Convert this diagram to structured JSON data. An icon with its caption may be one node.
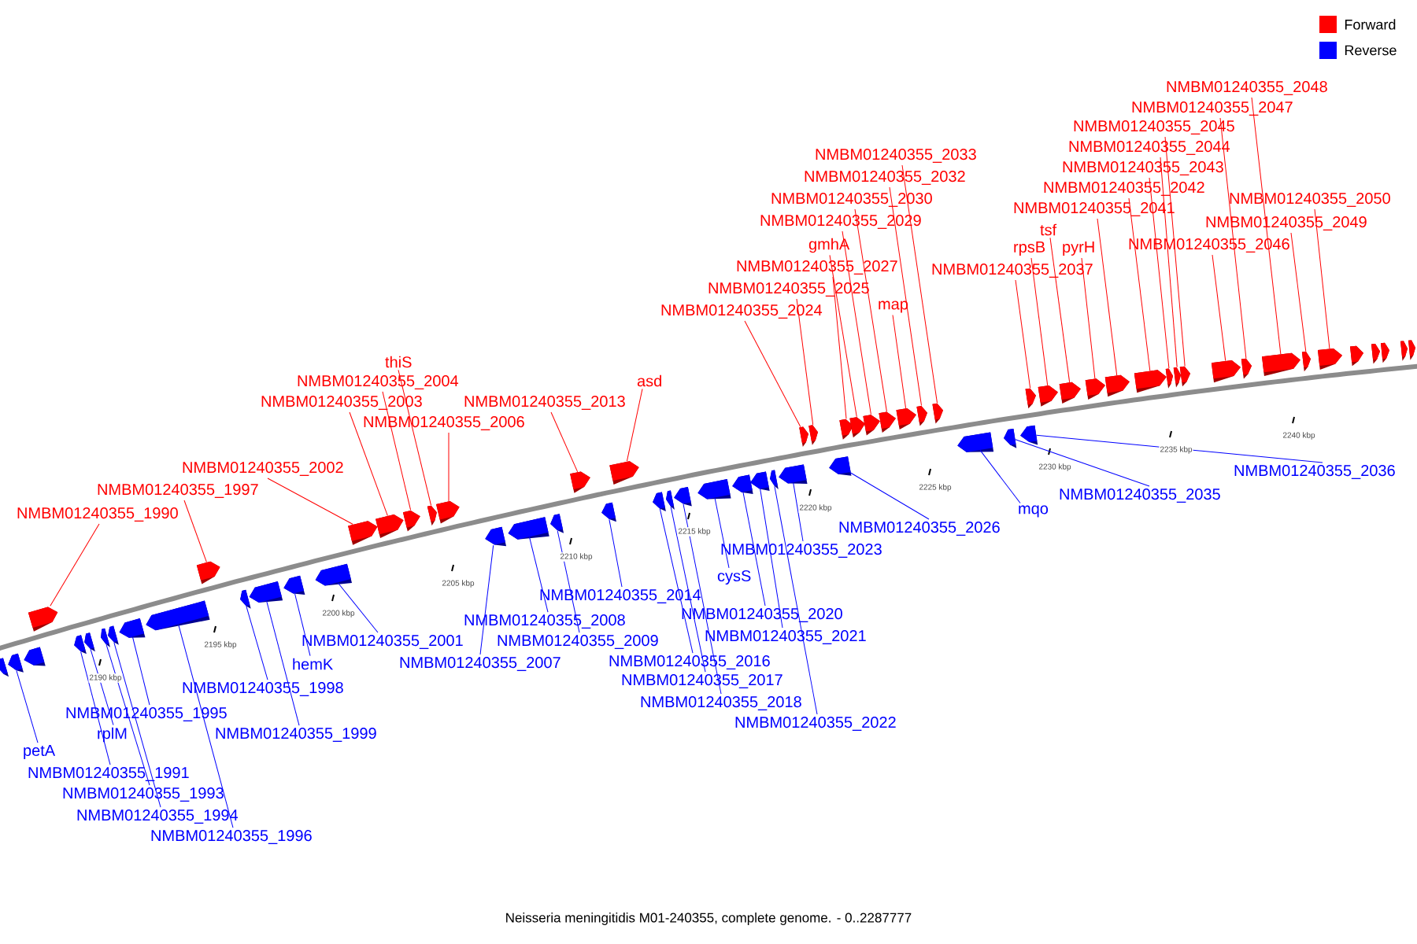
{
  "diagram": {
    "caption": "Neisseria meningitidis M01-240355, complete genome. - 0..2287777",
    "nodes": [
      {
        "text": [
          "NMBM01240355_1990"
        ]
      },
      {
        "text": [],
        "shape": "arrow"
      },
      {
        "text": [
          "NMBM01240355_1997"
        ]
      },
      {
        "text": [],
        "shape": "arrow"
      },
      {
        "text": [
          "NMBM01240355_2002"
        ]
      },
      {
        "text": [],
        "shape": "arrow"
      },
      {
        "text": [
          "NMBM01240355_2003"
        ]
      },
      {
        "text": [],
        "shape": "arrow"
      },
      {
        "text": [
          "NMBM01240355_2004"
        ]
      },
      {
        "text": [],
        "shape": "arrow"
      },
      {
        "text": [
          "thiS"
        ]
      },
      {
        "text": [],
        "shape": "arrow"
      },
      {
        "text": [
          "NMBM01240355_2006"
        ]
      },
      {
        "text": [],
        "shape": "arrow"
      },
      {
        "text": [
          "NMBM01240355_2013"
        ]
      },
      {
        "text": [],
        "shape": "arrow"
      },
      {
        "text": [
          "asd"
        ]
      },
      {
        "text": [],
        "shape": "arrow"
      },
      {
        "text": [
          "NMBM01240355_2024"
        ]
      },
      {
        "text": [],
        "shape": "arrow"
      },
      {
        "text": [
          "NMBM01240355_2025"
        ]
      },
      {
        "text": [],
        "shape": "arrow"
      },
      {
        "text": [
          "NMBM01240355_2027"
        ]
      },
      {
        "text": [],
        "shape": "arrow"
      },
      {
        "text": [
          "gmhA"
        ]
      },
      {
        "text": [],
        "shape": "arrow"
      },
      {
        "text": [
          "NMBM01240355_2029"
        ]
      },
      {
        "text": [],
        "shape": "arrow"
      },
      {
        "text": [
          "NMBM01240355_2030"
        ]
      },
      {
        "text": [],
        "shape": "arrow"
      },
      {
        "text": [
          "map"
        ]
      },
      {
        "text": [],
        "shape": "arrow"
      },
      {
        "text": [
          "NMBM01240355_2032"
        ]
      },
      {
        "text": [],
        "shape": "arrow"
      },
      {
        "text": [
          "NMBM01240355_2033"
        ]
      },
      {
        "text": [],
        "shape": "arrow"
      },
      {
        "text": [
          "NMBM01240355_2037"
        ]
      },
      {
        "text": [],
        "shape": "arrow"
      },
      {
        "text": [
          "rpsB"
        ]
      },
      {
        "text": [],
        "shape": "arrow"
      },
      {
        "text": [
          "tsf"
        ]
      },
      {
        "text": [],
        "shape": "arrow"
      },
      {
        "text": [
          "pyrH"
        ]
      },
      {
        "text": [],
        "shape": "arrow"
      },
      {
        "text": [
          "NMBM01240355_2041"
        ]
      },
      {
        "text": [],
        "shape": "arrow"
      },
      {
        "text": [
          "NMBM01240355_2042"
        ]
      },
      {
        "text": [],
        "shape": "arrow"
      },
      {
        "text": [
          "NMBM01240355_2043"
        ]
      },
      {
        "text": [],
        "shape": "arrow"
      },
      {
        "text": [
          "NMBM01240355_2044"
        ]
      },
      {
        "text": [],
        "shape": "arrow"
      },
      {
        "text": [
          "NMBM01240355_2045"
        ]
      },
      {
        "text": [],
        "shape": "arrow"
      },
      {
        "text": [
          "NMBM01240355_2046"
        ]
      },
      {
        "text": [],
        "shape": "arrow"
      },
      {
        "text": [
          "NMBM01240355_2047"
        ]
      },
      {
        "text": [],
        "shape": "arrow"
      },
      {
        "text": [
          "NMBM01240355_2048"
        ]
      },
      {
        "text": [],
        "shape": "arrow"
      },
      {
        "text": [
          "NMBM01240355_2049"
        ]
      },
      {
        "text": [],
        "shape": "arrow"
      },
      {
        "text": [
          "NMBM01240355_2050"
        ]
      },
      {
        "text": [],
        "shape": "arrow"
      },
      {
        "text": [
          "petA"
        ]
      },
      {
        "text": [],
        "shape": "arrow"
      },
      {
        "text": [
          "NMBM01240355_1991"
        ]
      },
      {
        "text": [],
        "shape": "arrow"
      },
      {
        "text": [
          "rplM"
        ]
      },
      {
        "text": [],
        "shape": "arrow"
      },
      {
        "text": [
          "NMBM01240355_1993"
        ]
      },
      {
        "text": [],
        "shape": "arrow"
      },
      {
        "text": [
          "NMBM01240355_1994"
        ]
      },
      {
        "text": [],
        "shape": "arrow"
      },
      {
        "text": [
          "NMBM01240355_1995"
        ]
      },
      {
        "text": [],
        "shape": "arrow"
      },
      {
        "text": [
          "NMBM01240355_1996"
        ]
      },
      {
        "text": [],
        "shape": "arrow"
      },
      {
        "text": [
          "NMBM01240355_1998"
        ]
      },
      {
        "text": [],
        "shape": "arrow"
      },
      {
        "text": [
          "NMBM01240355_1999"
        ]
      },
      {
        "text": [],
        "shape": "arrow"
      },
      {
        "text": [
          "hemK"
        ]
      },
      {
        "text": [],
        "shape": "arrow"
      },
      {
        "text": [
          "NMBM01240355_2001"
        ]
      },
      {
        "text": [],
        "shape": "arrow"
      },
      {
        "text": [
          "NMBM01240355_2007"
        ]
      },
      {
        "text": [],
        "shape": "arrow"
      },
      {
        "text": [
          "NMBM01240355_2008"
        ]
      },
      {
        "text": [],
        "shape": "arrow"
      },
      {
        "text": [
          "NMBM01240355_2009"
        ]
      },
      {
        "text": [],
        "shape": "arrow"
      },
      {
        "text": [
          "NMBM01240355_2014"
        ]
      },
      {
        "text": [],
        "shape": "arrow"
      },
      {
        "text": [
          "NMBM01240355_2016"
        ]
      },
      {
        "text": [],
        "shape": "arrow"
      },
      {
        "text": [
          "cysS"
        ]
      },
      {
        "text": [],
        "shape": "arrow"
      },
      {
        "text": [
          "NMBM01240355_2017"
        ]
      },
      {
        "text": [],
        "shape": "arrow"
      },
      {
        "text": [
          "NMBM01240355_2018"
        ]
      },
      {
        "text": [],
        "shape": "arrow"
      },
      {
        "text": [
          "NMBM01240355_2020"
        ]
      },
      {
        "text": [],
        "shape": "arrow"
      },
      {
        "text": [
          "NMBM01240355_2021"
        ]
      },
      {
        "text": [],
        "shape": "arrow"
      },
      {
        "text": [
          "NMBM01240355_2022"
        ]
      },
      {
        "text": [],
        "shape": "arrow"
      },
      {
        "text": [
          "NMBM01240355_2023"
        ]
      },
      {
        "text": [],
        "shape": "arrow"
      },
      {
        "text": [
          "NMBM01240355_2026"
        ]
      },
      {
        "text": [],
        "shape": "arrow"
      },
      {
        "text": [
          "mqo"
        ]
      },
      {
        "text": [],
        "shape": "arrow"
      },
      {
        "text": [
          "NMBM01240355_2035"
        ]
      },
      {
        "text": [],
        "shape": "arrow"
      },
      {
        "text": [
          "NMBM01240355_2036"
        ]
      },
      {
        "text": [],
        "shape": "arrow"
      },
      {
        "text": [],
        "shape": "arrow"
      },
      {
        "text": [],
        "shape": "arrow"
      },
      {
        "text": [],
        "shape": "arrow"
      },
      {
        "text": [],
        "shape": "arrow"
      },
      {
        "text": [],
        "shape": "arrow"
      },
      {
        "text": [],
        "shape": "arrow"
      },
      {
        "text": [],
        "shape": "arrow"
      }
    ],
    "edges": [
      {
        "from": 0,
        "to": 1,
        "arrow": "none",
        "color": "#ff0000"
      },
      {
        "from": 2,
        "to": 3,
        "arrow": "none",
        "color": "#ff0000"
      },
      {
        "from": 4,
        "to": 5,
        "arrow": "none",
        "color": "#ff0000"
      },
      {
        "from": 6,
        "to": 7,
        "arrow": "none",
        "color": "#ff0000"
      },
      {
        "from": 8,
        "to": 9,
        "arrow": "none",
        "color": "#ff0000"
      },
      {
        "from": 10,
        "to": 11,
        "arrow": "none",
        "color": "#ff0000"
      },
      {
        "from": 12,
        "to": 13,
        "arrow": "none",
        "color": "#ff0000"
      },
      {
        "from": 14,
        "to": 15,
        "arrow": "none",
        "color": "#ff0000"
      },
      {
        "from": 16,
        "to": 17,
        "arrow": "none",
        "color": "#ff0000"
      },
      {
        "from": 18,
        "to": 19,
        "arrow": "none",
        "color": "#ff0000"
      },
      {
        "from": 20,
        "to": 21,
        "arrow": "none",
        "color": "#ff0000"
      },
      {
        "from": 22,
        "to": 23,
        "arrow": "none",
        "color": "#ff0000"
      },
      {
        "from": 24,
        "to": 25,
        "arrow": "none",
        "color": "#ff0000"
      },
      {
        "from": 26,
        "to": 27,
        "arrow": "none",
        "color": "#ff0000"
      },
      {
        "from": 28,
        "to": 29,
        "arrow": "none",
        "color": "#ff0000"
      },
      {
        "from": 30,
        "to": 31,
        "arrow": "none",
        "color": "#ff0000"
      },
      {
        "from": 32,
        "to": 33,
        "arrow": "none",
        "color": "#ff0000"
      },
      {
        "from": 34,
        "to": 35,
        "arrow": "none",
        "color": "#ff0000"
      },
      {
        "from": 36,
        "to": 37,
        "arrow": "none",
        "color": "#ff0000"
      },
      {
        "from": 38,
        "to": 39,
        "arrow": "none",
        "color": "#ff0000"
      },
      {
        "from": 40,
        "to": 41,
        "arrow": "none",
        "color": "#ff0000"
      },
      {
        "from": 42,
        "to": 43,
        "arrow": "none",
        "color": "#ff0000"
      },
      {
        "from": 44,
        "to": 45,
        "arrow": "none",
        "color": "#ff0000"
      },
      {
        "from": 46,
        "to": 47,
        "arrow": "none",
        "color": "#ff0000"
      },
      {
        "from": 48,
        "to": 49,
        "arrow": "none",
        "color": "#ff0000"
      },
      {
        "from": 50,
        "to": 51,
        "arrow": "none",
        "color": "#ff0000"
      },
      {
        "from": 52,
        "to": 53,
        "arrow": "none",
        "color": "#ff0000"
      },
      {
        "from": 54,
        "to": 55,
        "arrow": "none",
        "color": "#ff0000"
      },
      {
        "from": 56,
        "to": 57,
        "arrow": "none",
        "color": "#ff0000"
      },
      {
        "from": 58,
        "to": 59,
        "arrow": "none",
        "color": "#ff0000"
      },
      {
        "from": 60,
        "to": 61,
        "arrow": "none",
        "color": "#ff0000"
      },
      {
        "from": 62,
        "to": 63,
        "arrow": "none",
        "color": "#ff0000"
      },
      {
        "from": 64,
        "to": 65,
        "arrow": "none",
        "color": "#0000ff"
      },
      {
        "from": 66,
        "to": 67,
        "arrow": "none",
        "color": "#0000ff"
      },
      {
        "from": 68,
        "to": 69,
        "arrow": "none",
        "color": "#0000ff"
      },
      {
        "from": 70,
        "to": 71,
        "arrow": "none",
        "color": "#0000ff"
      },
      {
        "from": 72,
        "to": 73,
        "arrow": "none",
        "color": "#0000ff"
      },
      {
        "from": 74,
        "to": 75,
        "arrow": "none",
        "color": "#0000ff"
      },
      {
        "from": 76,
        "to": 77,
        "arrow": "none",
        "color": "#0000ff"
      },
      {
        "from": 78,
        "to": 79,
        "arrow": "none",
        "color": "#0000ff"
      },
      {
        "from": 80,
        "to": 81,
        "arrow": "none",
        "color": "#0000ff"
      },
      {
        "from": 82,
        "to": 83,
        "arrow": "none",
        "color": "#0000ff"
      },
      {
        "from": 84,
        "to": 85,
        "arrow": "none",
        "color": "#0000ff"
      },
      {
        "from": 86,
        "to": 87,
        "arrow": "none",
        "color": "#0000ff"
      },
      {
        "from": 88,
        "to": 89,
        "arrow": "none",
        "color": "#0000ff"
      },
      {
        "from": 90,
        "to": 91,
        "arrow": "none",
        "color": "#0000ff"
      },
      {
        "from": 92,
        "to": 93,
        "arrow": "none",
        "color": "#0000ff"
      },
      {
        "from": 94,
        "to": 95,
        "arrow": "none",
        "color": "#0000ff"
      },
      {
        "from": 96,
        "to": 97,
        "arrow": "none",
        "color": "#0000ff"
      },
      {
        "from": 98,
        "to": 99,
        "arrow": "none",
        "color": "#0000ff"
      },
      {
        "from": 100,
        "to": 101,
        "arrow": "none",
        "color": "#0000ff"
      },
      {
        "from": 102,
        "to": 103,
        "arrow": "none",
        "color": "#0000ff"
      },
      {
        "from": 104,
        "to": 105,
        "arrow": "none",
        "color": "#0000ff"
      },
      {
        "from": 106,
        "to": 107,
        "arrow": "none",
        "color": "#0000ff"
      },
      {
        "from": 108,
        "to": 109,
        "arrow": "none",
        "color": "#0000ff"
      },
      {
        "from": 110,
        "to": 111,
        "arrow": "none",
        "color": "#0000ff"
      },
      {
        "from": 112,
        "to": 113,
        "arrow": "none",
        "color": "#0000ff"
      },
      {
        "from": 114,
        "to": 115,
        "arrow": "none",
        "color": "#0000ff"
      },
      {
        "from": 116,
        "to": 117,
        "arrow": "none",
        "color": "#0000ff"
      }
    ],
    "labels": [
      "2190 kbp",
      "2195 kbp",
      "2200 kbp",
      "2205 kbp",
      "2210 kbp",
      "2215 kbp",
      "2220 kbp",
      "2225 kbp",
      "2230 kbp",
      "2235 kbp",
      "2240 kbp"
    ],
    "legend": [
      {
        "text": "Forward",
        "color": "#ff0000"
      },
      {
        "text": "Reverse",
        "color": "#0000ff"
      }
    ]
  }
}
